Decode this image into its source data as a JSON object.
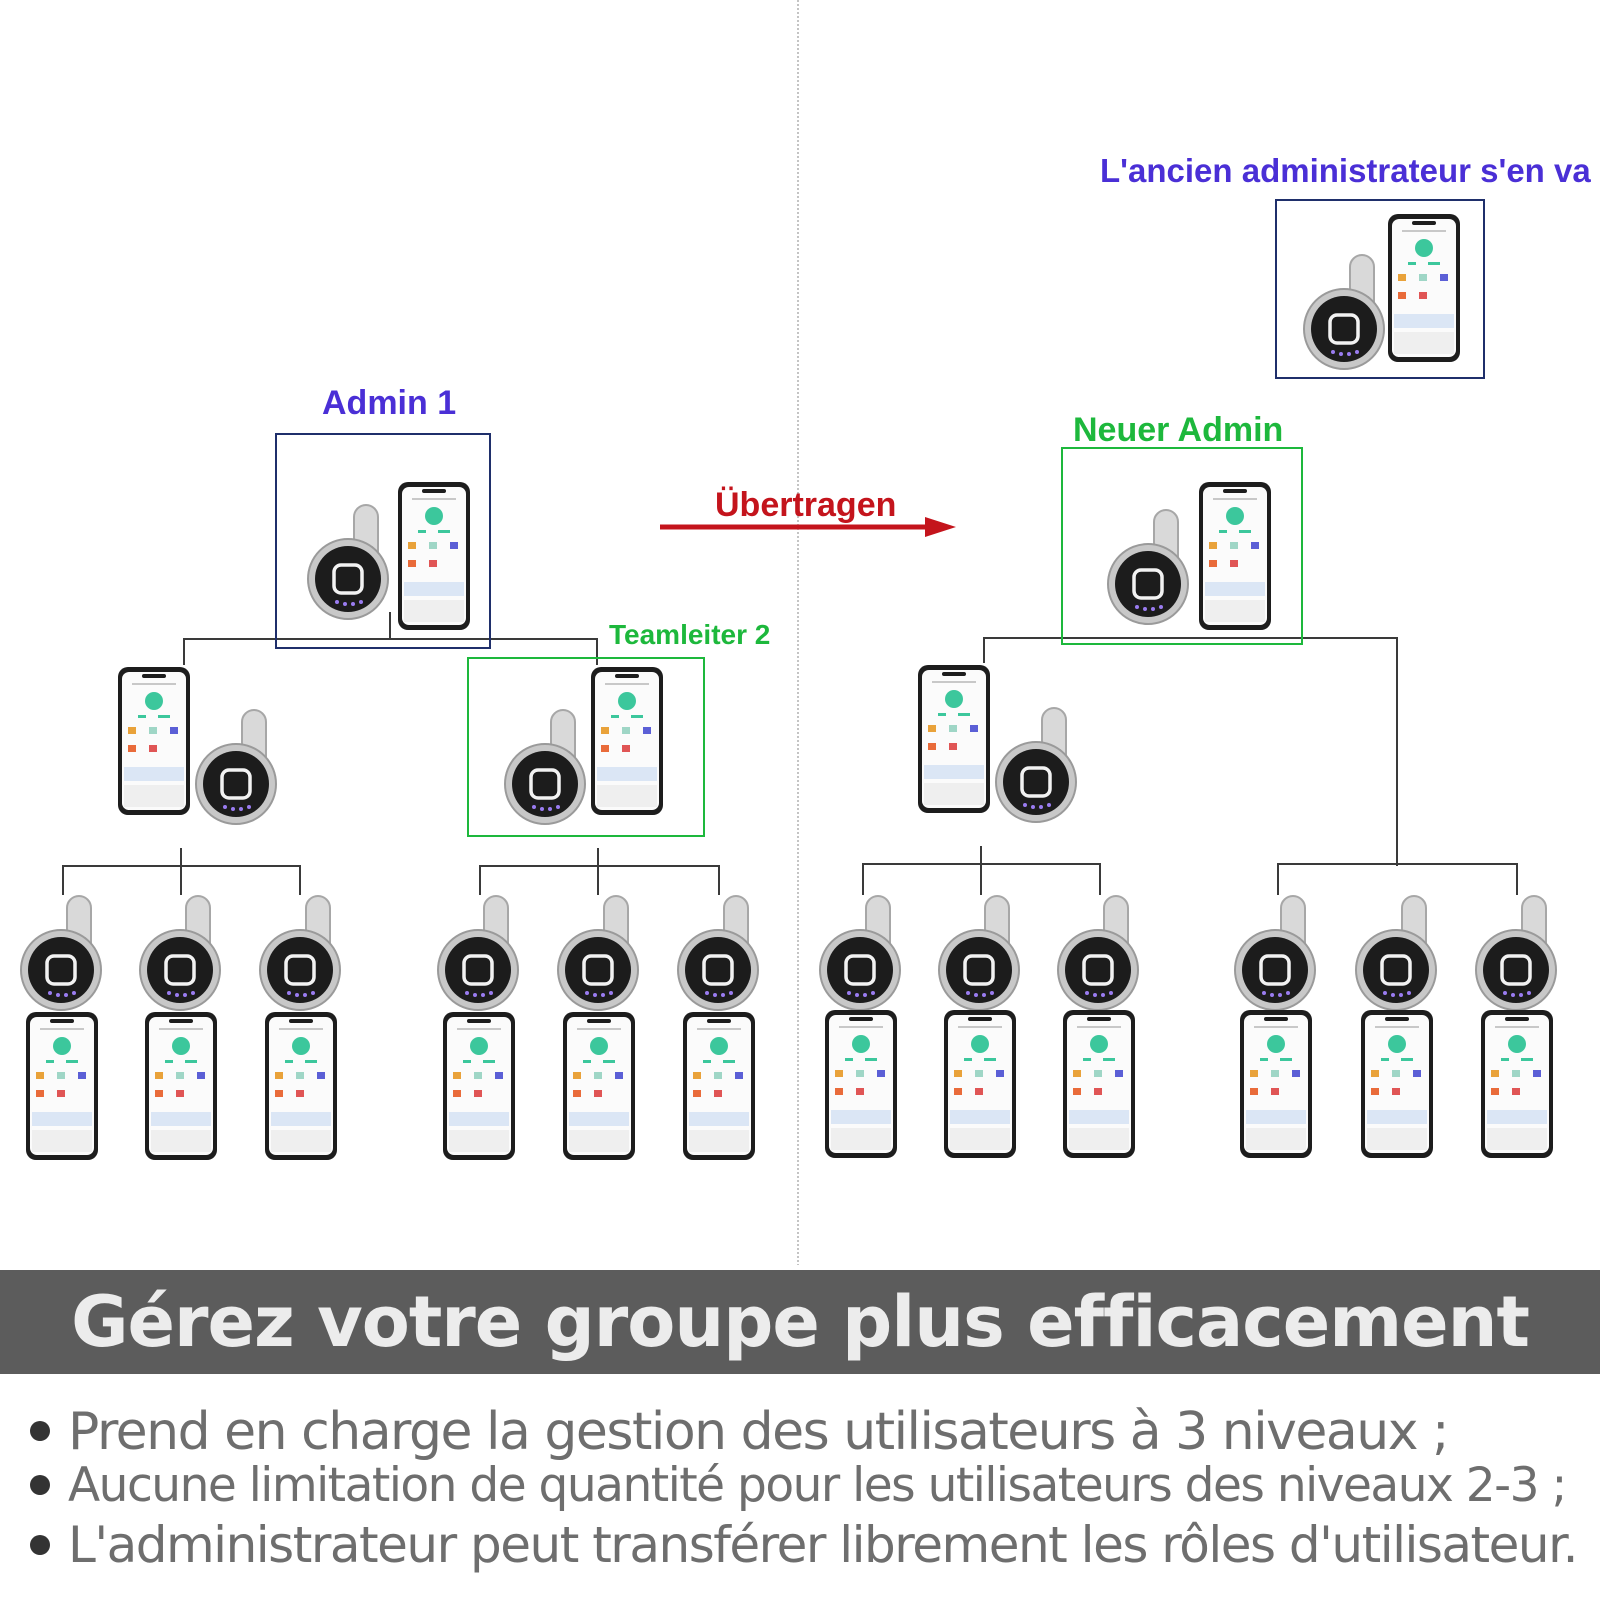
{
  "diagram": {
    "title_left": "Admin 1",
    "label_team_leader": "Teamleiter 2",
    "arrow_label": "Übertragen",
    "label_new_admin": "Neuer Admin",
    "label_former_admin": "L'ancien administrateur s'en va"
  },
  "colors": {
    "admin_purple": "#4a2fd6",
    "admin_box": "#1f2f6b",
    "green": "#1db83c",
    "arrow_red": "#c4141c",
    "banner_bg": "#5c5c5c"
  },
  "icons": {
    "lock": "smart-cam-lock-icon",
    "phone": "smartphone-app-icon"
  },
  "banner": {
    "text": "Gérez votre groupe plus efficacement"
  },
  "bullets": [
    "Prend en charge la gestion des utilisateurs à 3 niveaux ;",
    "Aucune limitation de quantité pour les utilisateurs des niveaux 2-3 ;",
    "L'administrateur peut transférer librement les rôles d'utilisateur."
  ]
}
